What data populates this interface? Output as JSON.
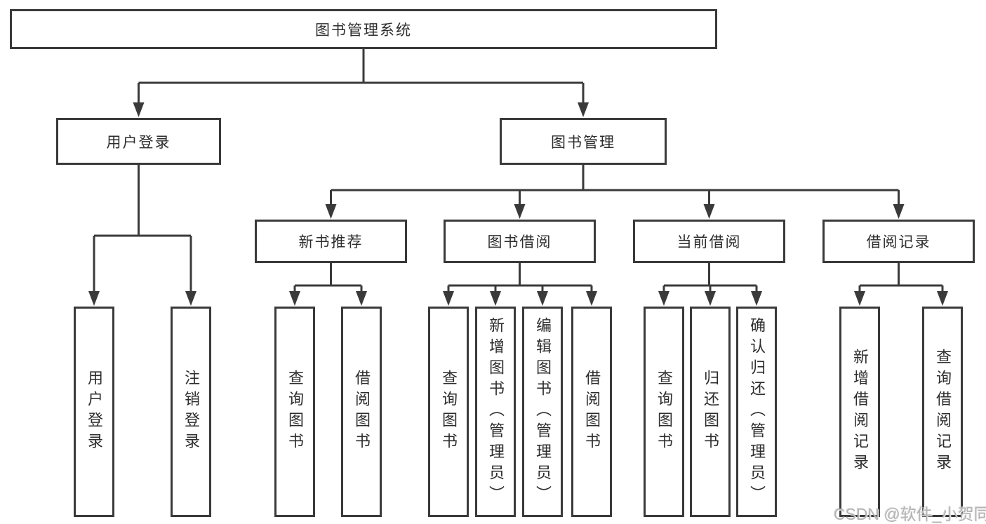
{
  "diagram": {
    "type": "hierarchy-tree",
    "colors": {
      "line": "#3a3a3a",
      "box_border": "#3a3a3a",
      "box_fill": "#ffffff",
      "text": "#2d2d2d",
      "background": "#ffffff",
      "watermark": "#b4b4b6"
    },
    "tree": {
      "root": "图书管理系统",
      "branches": [
        {
          "label": "用户登录",
          "leaves": [
            "用户登录",
            "注销登录"
          ]
        },
        {
          "label": "图书管理",
          "children": [
            {
              "label": "新书推荐",
              "leaves": [
                "查询图书",
                "借阅图书"
              ]
            },
            {
              "label": "图书借阅",
              "leaves": [
                "查询图书",
                "新增图书（管理员）",
                "编辑图书（管理员）",
                "借阅图书"
              ]
            },
            {
              "label": "当前借阅",
              "leaves": [
                "查询图书",
                "归还图书",
                "确认归还（管理员）"
              ]
            },
            {
              "label": "借阅记录",
              "leaves": [
                "新增借阅记录",
                "查询借阅记录"
              ]
            }
          ]
        }
      ]
    },
    "watermark": {
      "text": "CSDN @软件_小贺同学"
    }
  }
}
